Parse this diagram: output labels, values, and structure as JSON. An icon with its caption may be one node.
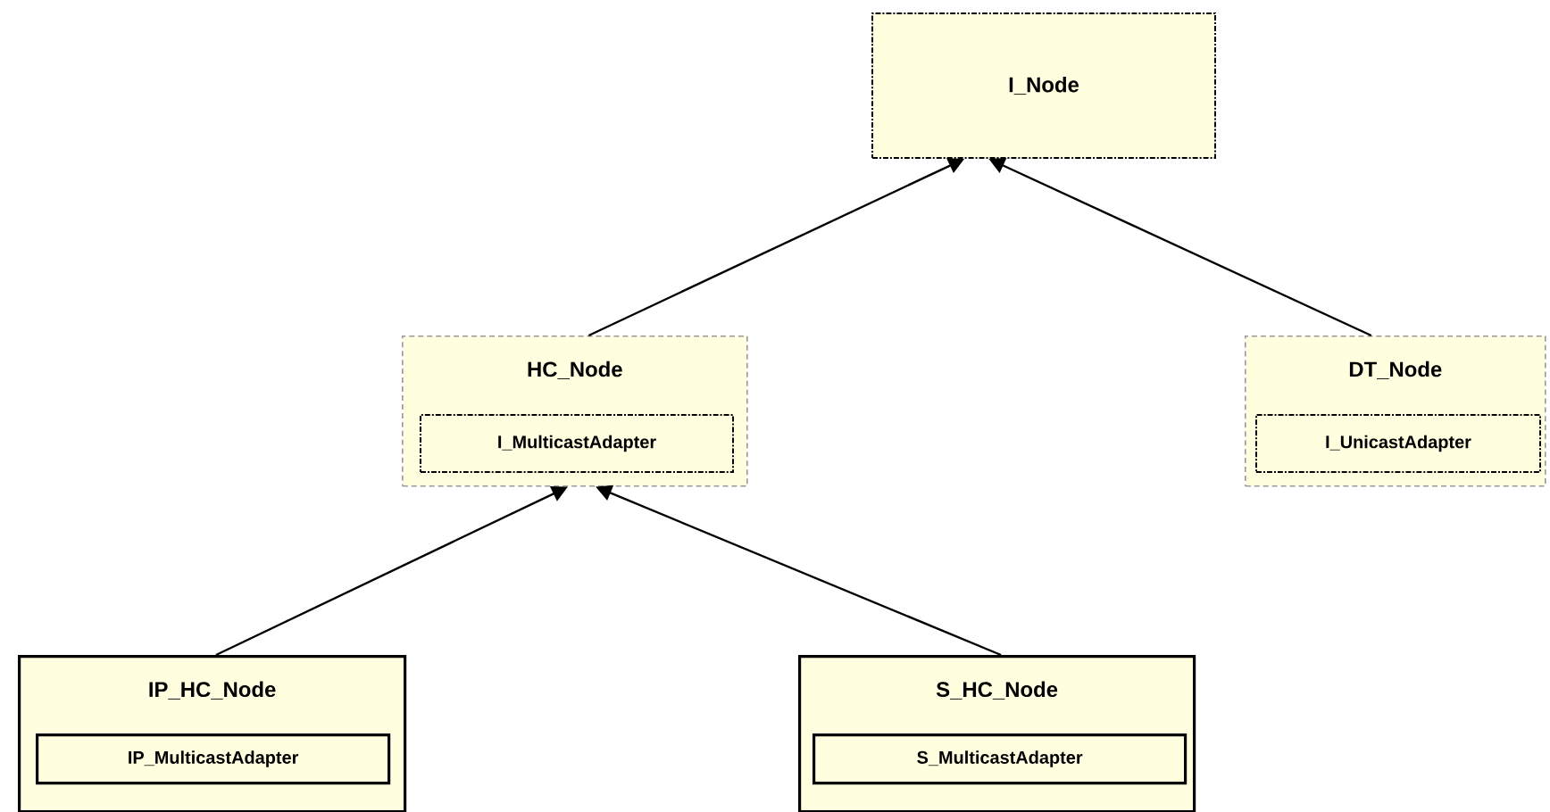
{
  "diagram": {
    "nodes": [
      {
        "text": [
          "I_Node"
        ]
      },
      {
        "text": [
          "HC_Node"
        ]
      },
      {
        "text": [
          "I_MulticastAdapter"
        ],
        "in": 1
      },
      {
        "text": [
          "DT_Node"
        ]
      },
      {
        "text": [
          "I_UnicastAdapter"
        ],
        "in": 3
      },
      {
        "text": [
          "IP_HC_Node"
        ]
      },
      {
        "text": [
          "IP_MulticastAdapter"
        ],
        "in": 5
      },
      {
        "text": [
          "S_HC_Node"
        ]
      },
      {
        "text": [
          "S_MulticastAdapter"
        ],
        "in": 7
      }
    ],
    "edges": [
      {
        "from": 1,
        "to": 0,
        "arrow": "to"
      },
      {
        "from": 3,
        "to": 0,
        "arrow": "to"
      },
      {
        "from": 5,
        "to": 1,
        "arrow": "to"
      },
      {
        "from": 7,
        "to": 1,
        "arrow": "to"
      }
    ]
  }
}
